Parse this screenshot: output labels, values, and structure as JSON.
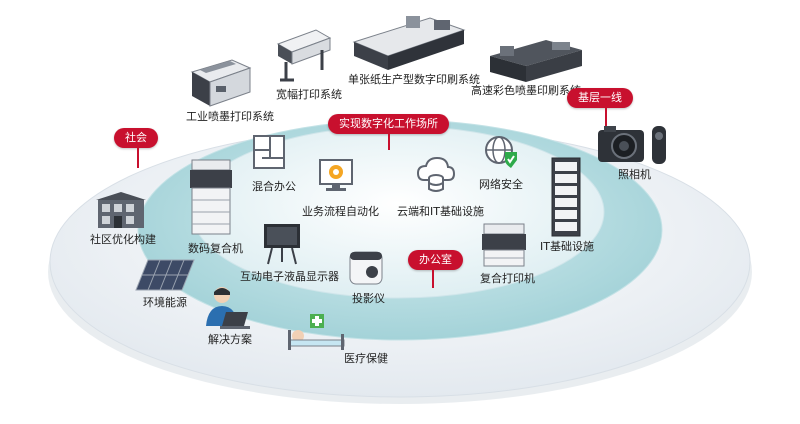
{
  "colors": {
    "accent": "#c8102e",
    "outer_ring": "#e9eef3",
    "middle_ring": "#b9dde2",
    "inner_ring": "#e3f1f4",
    "icon_gray": "#5f6570",
    "icon_teal": "#2b9aa8"
  },
  "categories": {
    "community": "社会",
    "frontline": "基层一线",
    "digital_workplace": "实现数字化工作场所",
    "office": "办公室"
  },
  "items": {
    "industrial_inkjet": "工业喷墨打印系统",
    "wide_format": "宽幅打印系统",
    "cutsheet_digital": "单张纸生产型数字印刷系统",
    "highspeed_inkjet": "高速彩色喷墨印刷系统",
    "camera": "照相机",
    "community_building": "社区优化构建",
    "environment_energy": "环境能源",
    "solutions": "解决方案",
    "healthcare": "医疗保健",
    "hybrid_office": "混合办公",
    "workflow_automation": "业务流程自动化",
    "cloud_it": "云端和IT基础设施",
    "network_security": "网络安全",
    "digital_mfp": "数码复合机",
    "interactive_display": "互动电子液晶显示器",
    "projector": "投影仪",
    "mfp": "复合打印机",
    "it_infrastructure": "IT基础设施"
  }
}
